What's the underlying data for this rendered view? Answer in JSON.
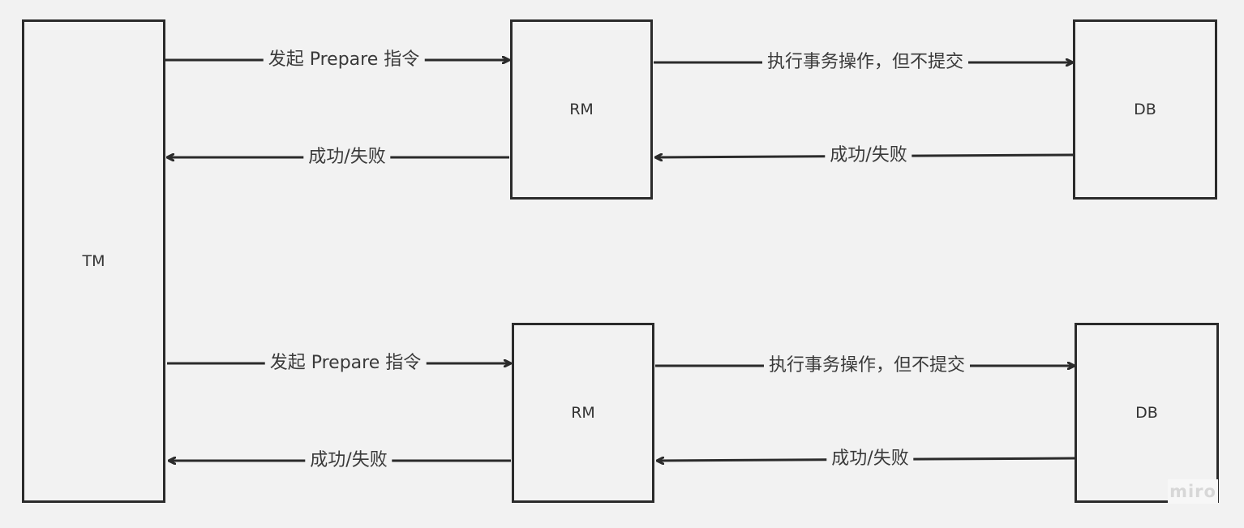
{
  "nodes": {
    "tm": {
      "label": "TM"
    },
    "rm_top": {
      "label": "RM"
    },
    "db_top": {
      "label": "DB"
    },
    "rm_bottom": {
      "label": "RM"
    },
    "db_bottom": {
      "label": "DB"
    }
  },
  "edges": {
    "top_prepare": {
      "label": "发起 Prepare 指令"
    },
    "top_execute": {
      "label": "执行事务操作，但不提交"
    },
    "top_rm_result": {
      "label": "成功/失败"
    },
    "top_db_result": {
      "label": "成功/失败"
    },
    "bottom_prepare": {
      "label": "发起 Prepare 指令"
    },
    "bottom_execute": {
      "label": "执行事务操作，但不提交"
    },
    "bottom_rm_result": {
      "label": "成功/失败"
    },
    "bottom_db_result": {
      "label": "成功/失败"
    }
  },
  "watermark": {
    "text": "miro"
  },
  "colors": {
    "stroke": "#2b2b2b",
    "background": "#f2f2f2",
    "text": "#333333"
  }
}
